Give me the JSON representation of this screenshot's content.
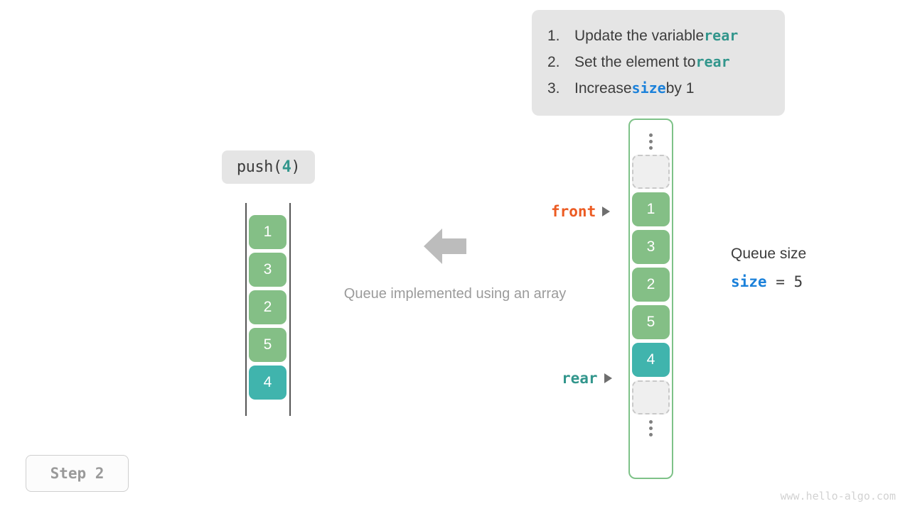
{
  "instructions": {
    "items": [
      {
        "num": "1.",
        "pre": "Update the variable ",
        "keyword": "rear",
        "keyword_color": "teal",
        "post": ""
      },
      {
        "num": "2.",
        "pre": "Set the element to ",
        "keyword": "rear",
        "keyword_color": "teal",
        "post": ""
      },
      {
        "num": "3.",
        "pre": "Increase ",
        "keyword": "size",
        "keyword_color": "blue",
        "post": " by 1"
      }
    ]
  },
  "operation": {
    "name": "push(",
    "arg": "4",
    "close": ")"
  },
  "left_array": {
    "cells": [
      {
        "value": "1",
        "state": "green"
      },
      {
        "value": "3",
        "state": "green"
      },
      {
        "value": "2",
        "state": "green"
      },
      {
        "value": "5",
        "state": "green"
      },
      {
        "value": "4",
        "state": "teal"
      }
    ]
  },
  "center": {
    "caption": "Queue implemented using an array",
    "arrow_direction": "left"
  },
  "memory_column": {
    "top_ellipsis": "⋮",
    "bottom_ellipsis": "⋮",
    "cells": [
      {
        "value": "",
        "state": "empty"
      },
      {
        "value": "1",
        "state": "green"
      },
      {
        "value": "3",
        "state": "green"
      },
      {
        "value": "2",
        "state": "green"
      },
      {
        "value": "5",
        "state": "green"
      },
      {
        "value": "4",
        "state": "teal"
      },
      {
        "value": "",
        "state": "empty"
      }
    ]
  },
  "pointers": {
    "front": {
      "label": "front",
      "color": "#ec5b22"
    },
    "rear": {
      "label": "rear",
      "color": "#32968c"
    }
  },
  "queue_size": {
    "title": "Queue size",
    "variable": "size",
    "equals": "=",
    "value": "5"
  },
  "step": {
    "label": "Step 2"
  },
  "watermark": {
    "text": "www.hello-algo.com"
  },
  "colors": {
    "green": "#84bf86",
    "teal": "#40b4ad",
    "blue": "#1b81da",
    "orange": "#ec5b22",
    "box_bg": "#e5e5e5",
    "border_green": "#7ec288"
  }
}
